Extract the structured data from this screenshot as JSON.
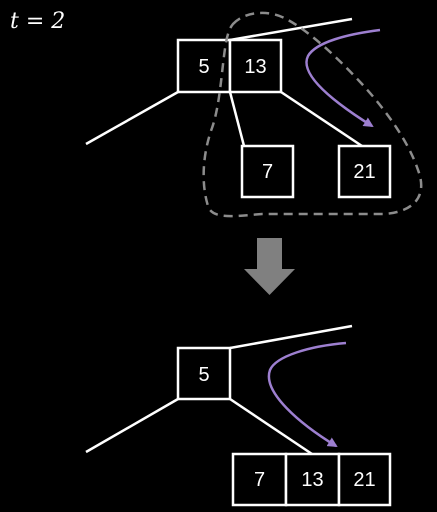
{
  "label": "t = 2",
  "colors": {
    "background": "#000000",
    "stroke": "#ffffff",
    "dashed_outline": "#8c8c8c",
    "arrow": "#9d7fd0",
    "down_arrow": "#808080"
  },
  "before": {
    "root_keys": [
      "5",
      "13"
    ],
    "children": [
      "7",
      "21"
    ]
  },
  "after": {
    "root_keys": [
      "5"
    ],
    "merged_keys": [
      "7",
      "13",
      "21"
    ]
  }
}
